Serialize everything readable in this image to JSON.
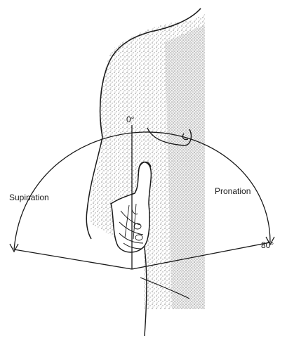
{
  "diagram": {
    "labels": {
      "zero_angle": "0°",
      "left_motion": "Supination",
      "right_motion": "Pronation",
      "end_angle": "80°"
    },
    "colors": {
      "ink": "#1a1a1a",
      "shading": "#c9c9c9",
      "background": "#ffffff"
    }
  }
}
